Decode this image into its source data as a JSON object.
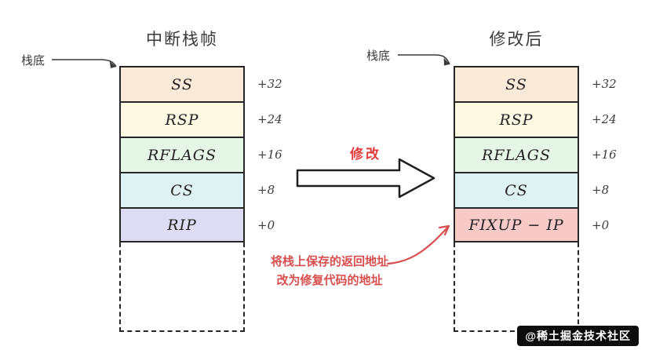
{
  "diagram": {
    "left_stack": {
      "title": "中断栈帧",
      "pointer_label": "栈底",
      "cells": [
        {
          "label": "SS",
          "offset": "+32",
          "color": "#fbead7"
        },
        {
          "label": "RSP",
          "offset": "+24",
          "color": "#fdf9e3"
        },
        {
          "label": "RFLAGS",
          "offset": "+16",
          "color": "#e6f6e6"
        },
        {
          "label": "CS",
          "offset": "+8",
          "color": "#def1f3"
        },
        {
          "label": "RIP",
          "offset": "+0",
          "color": "#dddcf4"
        }
      ]
    },
    "right_stack": {
      "title": "修改后",
      "pointer_label": "栈底",
      "cells": [
        {
          "label": "SS",
          "offset": "+32",
          "color": "#fbead7"
        },
        {
          "label": "RSP",
          "offset": "+24",
          "color": "#fdf9e3"
        },
        {
          "label": "RFLAGS",
          "offset": "+16",
          "color": "#e6f6e6"
        },
        {
          "label": "CS",
          "offset": "+8",
          "color": "#def1f3"
        },
        {
          "label": "FIXUP − IP",
          "offset": "+0",
          "color": "#f7c9c7"
        }
      ]
    },
    "transform_arrow": {
      "label": "修改",
      "label_color": "#e23c3c"
    },
    "annotation": {
      "line1": "将栈上保存的返回地址",
      "line2": "改为修复代码的地址",
      "color": "#d94f4f"
    },
    "watermark": {
      "text": "@稀土掘金技术社区"
    }
  }
}
